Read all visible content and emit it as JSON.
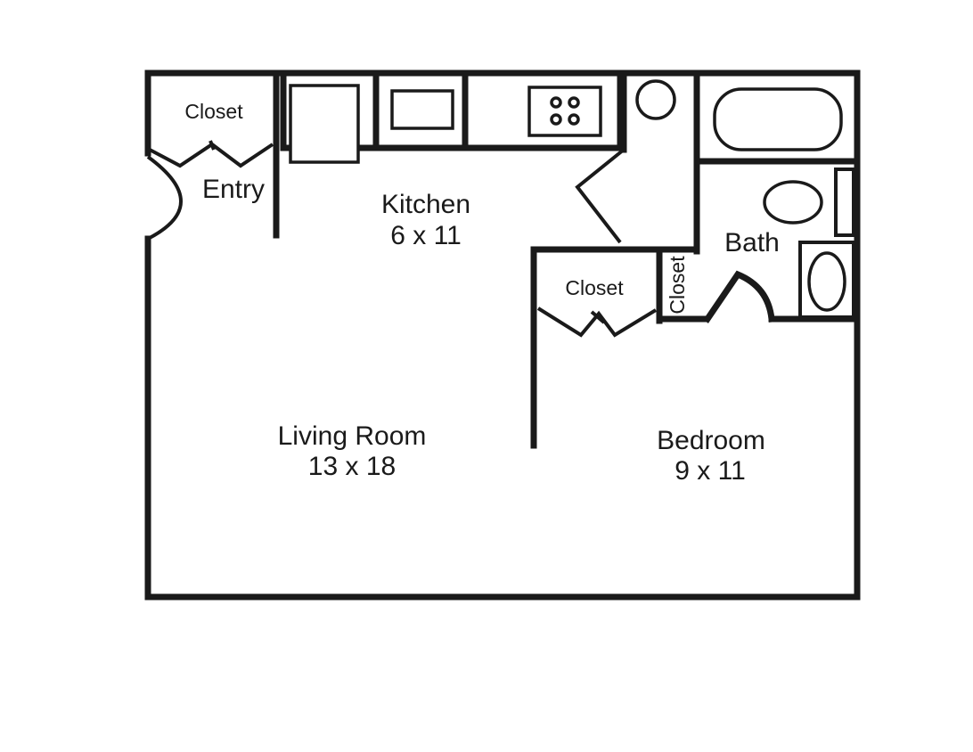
{
  "floorplan": {
    "rooms": {
      "closet_entry": {
        "label": "Closet"
      },
      "entry": {
        "label": "Entry"
      },
      "kitchen": {
        "name": "Kitchen",
        "size": "6 x 11"
      },
      "bath": {
        "label": "Bath"
      },
      "closet_bedroom": {
        "label": "Closet"
      },
      "closet_bath": {
        "label": "Closet"
      },
      "living_room": {
        "name": "Living Room",
        "size": "13 x 18"
      },
      "bedroom": {
        "name": "Bedroom",
        "size": "9 x 11"
      }
    },
    "fixtures": [
      "refrigerator-icon",
      "sink-icon",
      "stove-icon",
      "water-heater-icon",
      "bathtub-icon",
      "bath-sink-icon",
      "toilet-icon"
    ],
    "colors": {
      "line": "#1a1a1a",
      "background": "#ffffff"
    }
  }
}
